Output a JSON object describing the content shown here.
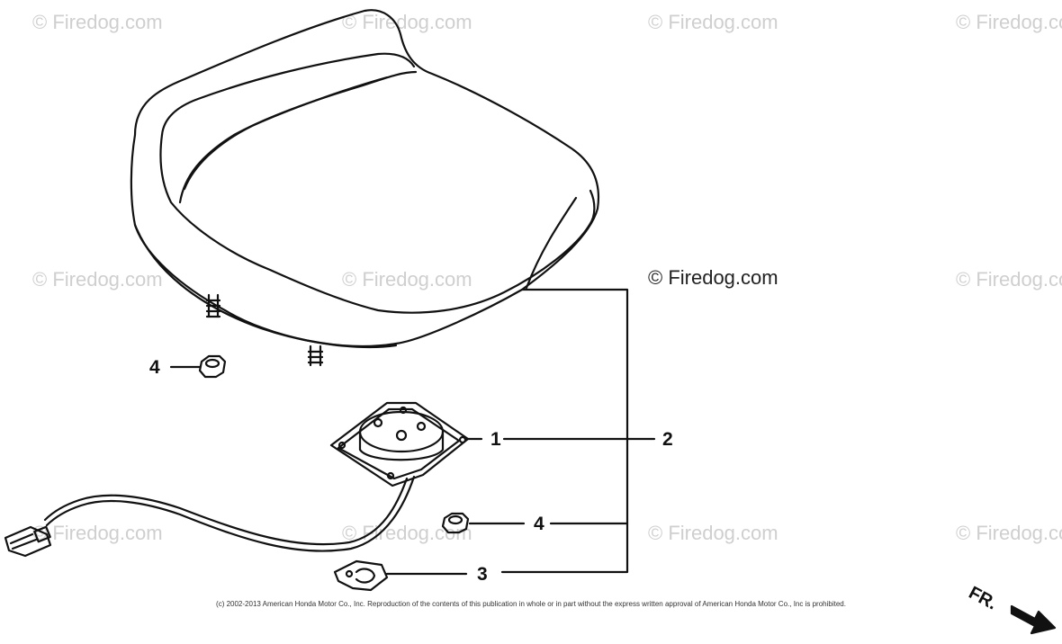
{
  "watermarks": {
    "text": "© Firedog.com",
    "main": "© Firedog.com"
  },
  "callouts": {
    "part_1": "1",
    "part_2": "2",
    "part_3": "3",
    "part_4_top": "4",
    "part_4_bottom": "4"
  },
  "copyright": "(c) 2002-2013 American Honda Motor Co., Inc. Reproduction of the contents of this publication in whole or in part without the express written approval of American Honda Motor Co., Inc is prohibited.",
  "direction_indicator": {
    "label": "FR.",
    "icon": "front-arrow-icon"
  },
  "colors": {
    "line": "#111111",
    "watermark": "#cfcfcf",
    "background": "#ffffff"
  }
}
